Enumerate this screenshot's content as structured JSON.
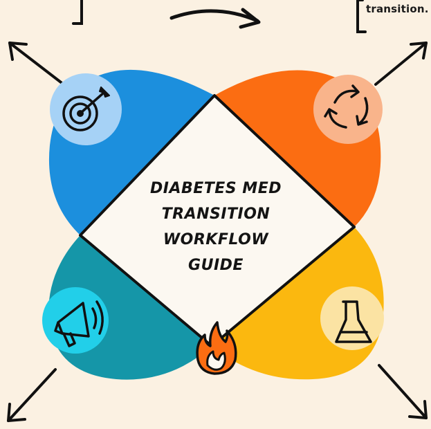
{
  "diagram": {
    "title_lines": [
      "Diabetes Med",
      "Transition",
      "Workflow",
      "Guide"
    ],
    "top_right_note": "transition.",
    "top_left_note": "",
    "icons": {
      "top_left": "target-icon",
      "top_right": "recycle-icon",
      "bottom_left": "megaphone-icon",
      "bottom_right": "beaker-icon",
      "center_bottom": "fire-icon"
    },
    "colors": {
      "background": "#fbf1e2",
      "top_left": "#1c8fdd",
      "top_right": "#fb6d12",
      "bottom_left": "#1596a8",
      "bottom_right": "#fbb80f",
      "center": "#fcf8f1"
    }
  }
}
